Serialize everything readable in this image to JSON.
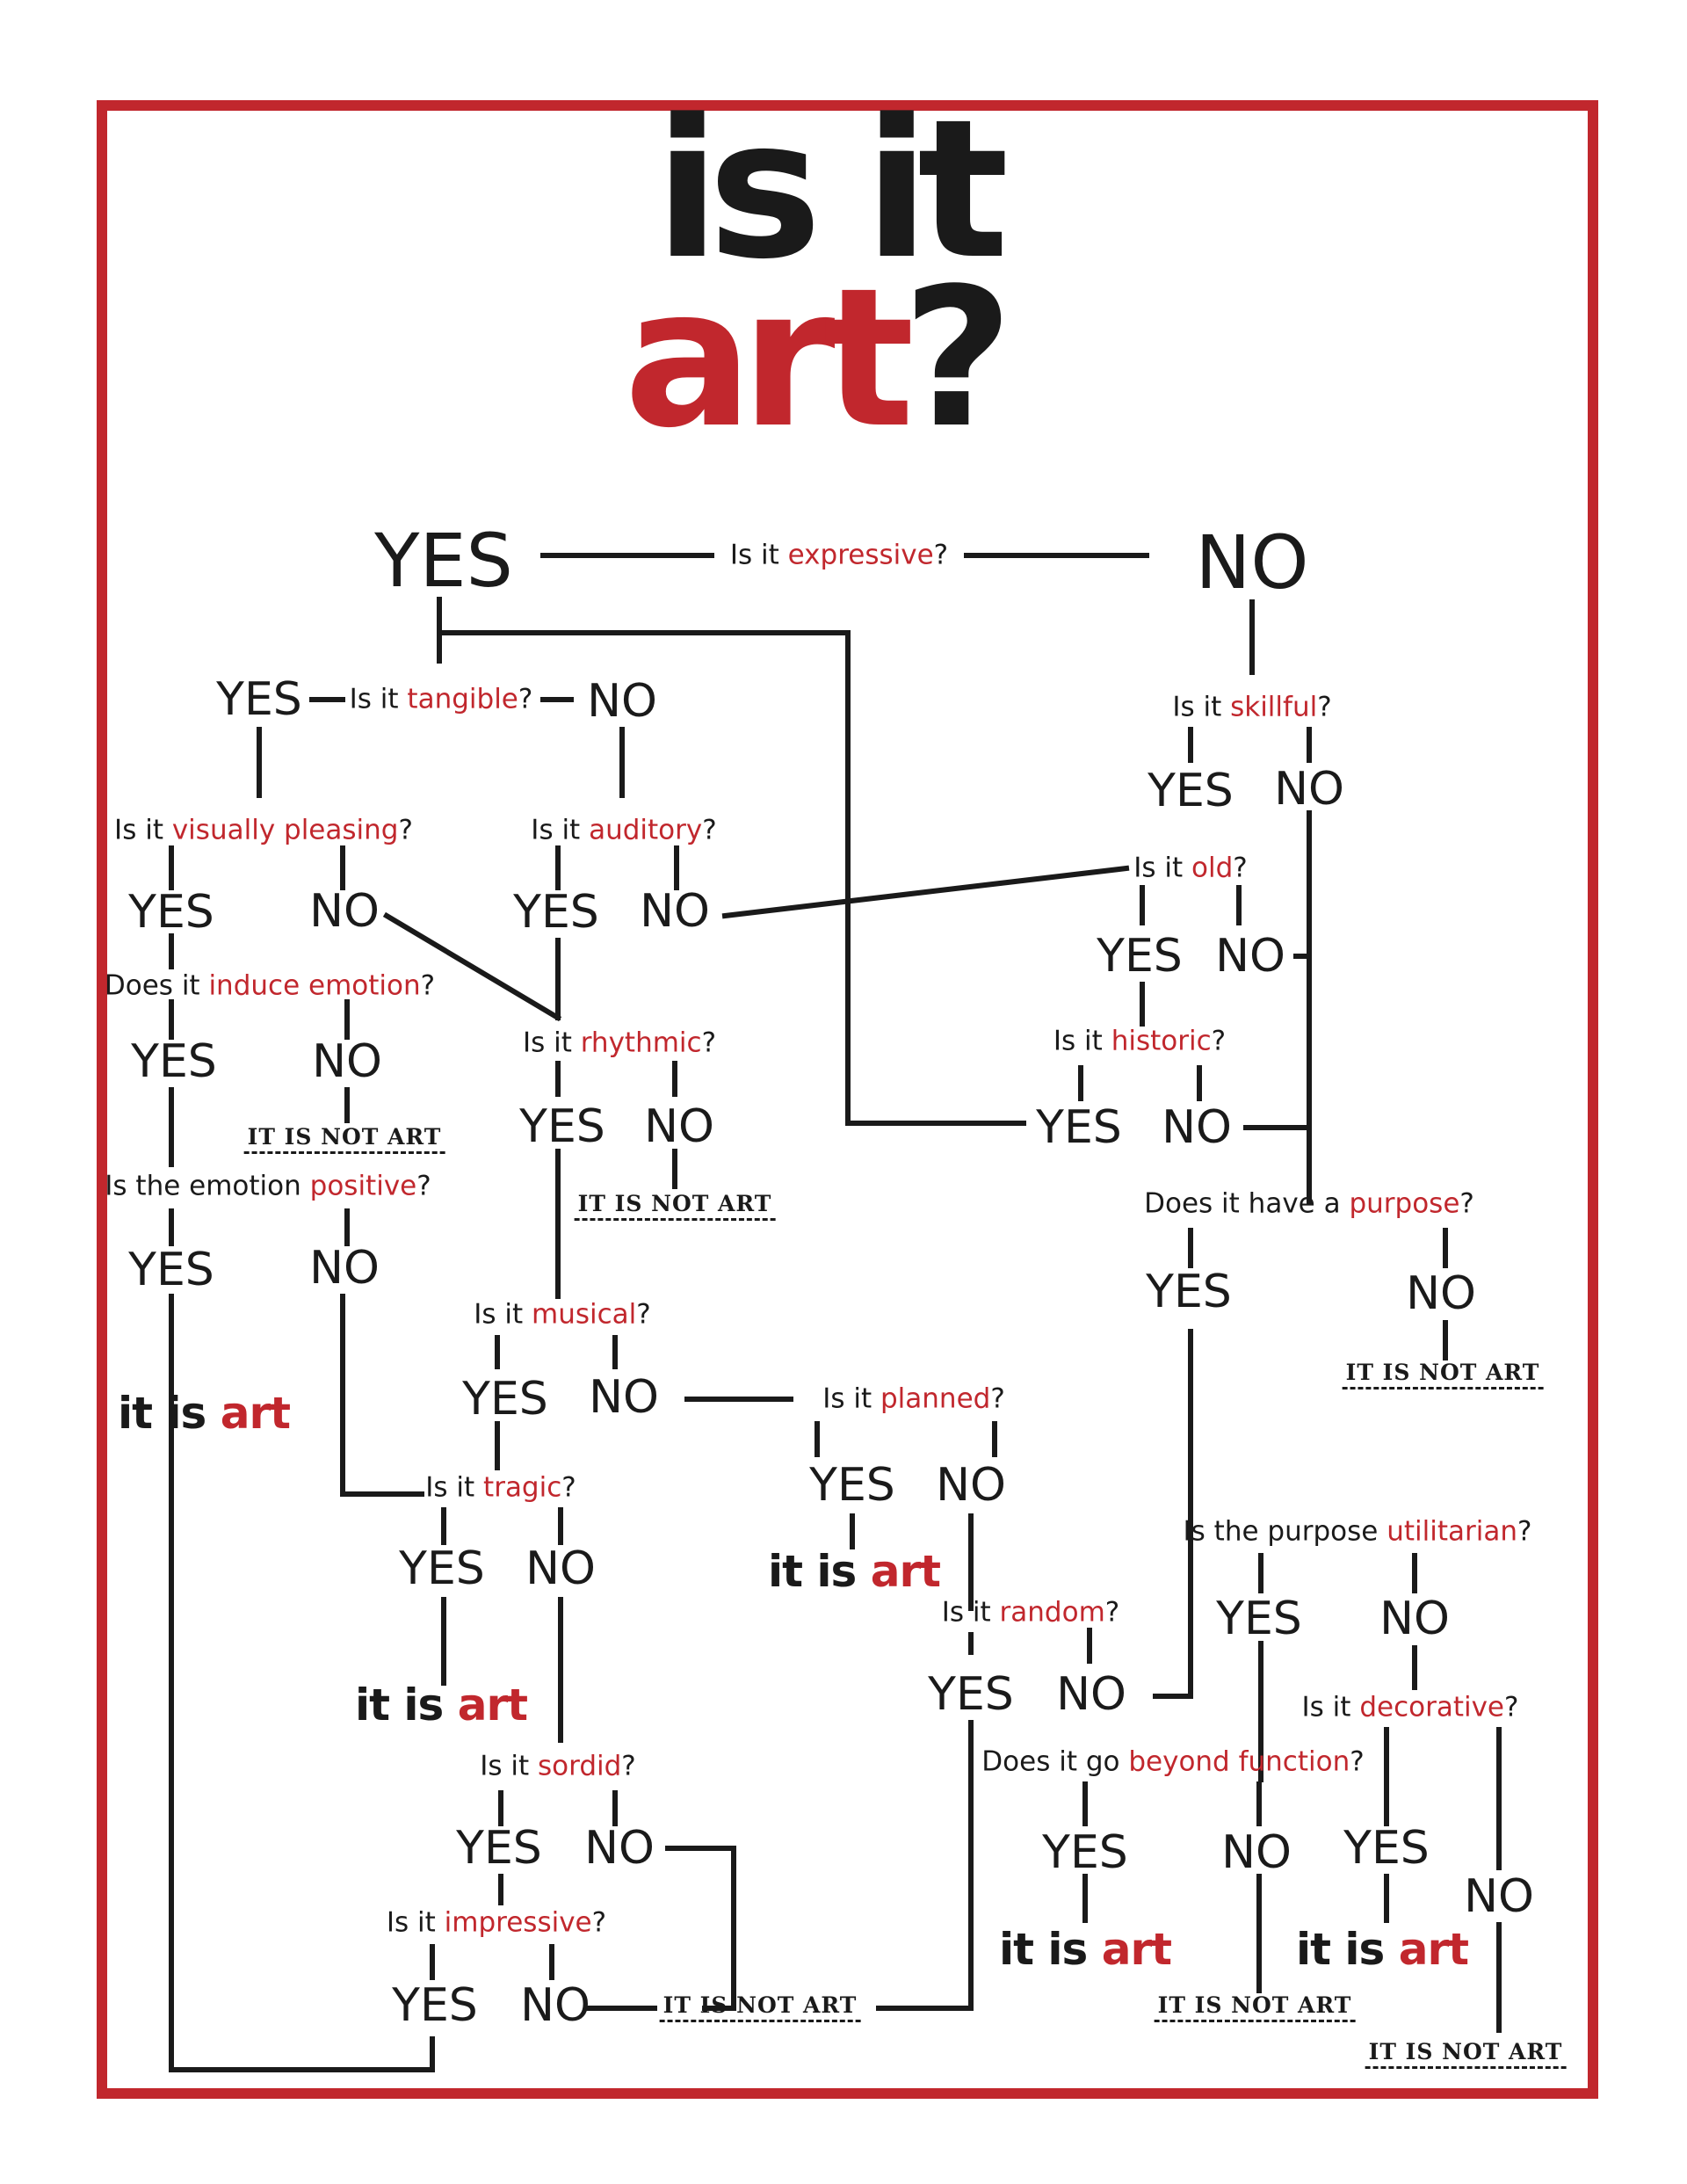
{
  "title": {
    "line1": "is it",
    "line2": "art",
    "mark": "?"
  },
  "colors": {
    "accent": "#c1272d",
    "ink": "#1a1a1a",
    "background": "#ffffff"
  },
  "outcomes": {
    "art_prefix": "it is ",
    "art_word": "art",
    "not_art": "IT IS NOT ART"
  },
  "answers": {
    "yes": "YES",
    "no": "NO"
  },
  "questions": {
    "expressive": {
      "pre": "Is it ",
      "hl": "expressive",
      "post": "?"
    },
    "tangible": {
      "pre": "Is it ",
      "hl": "tangible",
      "post": "?"
    },
    "skillful": {
      "pre": "Is it ",
      "hl": "skillful",
      "post": "?"
    },
    "visually": {
      "pre": "Is it ",
      "hl": "visually pleasing",
      "post": "?"
    },
    "auditory": {
      "pre": "Is it ",
      "hl": "auditory",
      "post": "?"
    },
    "old": {
      "pre": "Is it ",
      "hl": "old",
      "post": "?"
    },
    "emotion": {
      "pre": "Does it ",
      "hl": "induce emotion",
      "post": "?"
    },
    "rhythmic": {
      "pre": "Is it ",
      "hl": "rhythmic",
      "post": "?"
    },
    "historic": {
      "pre": "Is it ",
      "hl": "historic",
      "post": "?"
    },
    "positive": {
      "pre": "Is the emotion ",
      "hl": "positive",
      "post": "?"
    },
    "purpose": {
      "pre": "Does it have a ",
      "hl": "purpose",
      "post": "?"
    },
    "musical": {
      "pre": "Is it ",
      "hl": "musical",
      "post": "?"
    },
    "planned": {
      "pre": "Is it ",
      "hl": "planned",
      "post": "?"
    },
    "tragic": {
      "pre": "Is it ",
      "hl": "tragic",
      "post": "?"
    },
    "utilitarian": {
      "pre": "Is the purpose ",
      "hl": "utilitarian",
      "post": "?"
    },
    "random": {
      "pre": "Is it ",
      "hl": "random",
      "post": "?"
    },
    "decorative": {
      "pre": "Is it ",
      "hl": "decorative",
      "post": "?"
    },
    "sordid": {
      "pre": "Is it ",
      "hl": "sordid",
      "post": "?"
    },
    "beyond": {
      "pre": "Does it go ",
      "hl": "beyond function",
      "post": "?"
    },
    "impressive": {
      "pre": "Is it ",
      "hl": "impressive",
      "post": "?"
    }
  }
}
